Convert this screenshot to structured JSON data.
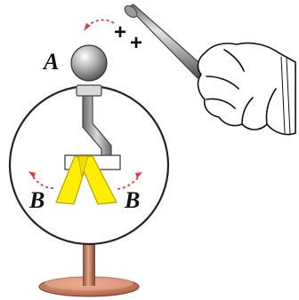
{
  "labels": {
    "knob": "A",
    "leaf_left": "B",
    "leaf_right": "B"
  },
  "charges": {
    "first": "+",
    "second": "+"
  },
  "colors": {
    "leaf_fill": "#ffee00",
    "leaf_stroke": "#b5a300",
    "arrow": "#e23b3b",
    "stand": "#c87b5d",
    "rod": "#9a9a9a",
    "outline": "#333333"
  },
  "icons": {
    "electroscope": "electroscope-icon",
    "hand": "hand-icon",
    "rod": "charged-rod-icon"
  }
}
